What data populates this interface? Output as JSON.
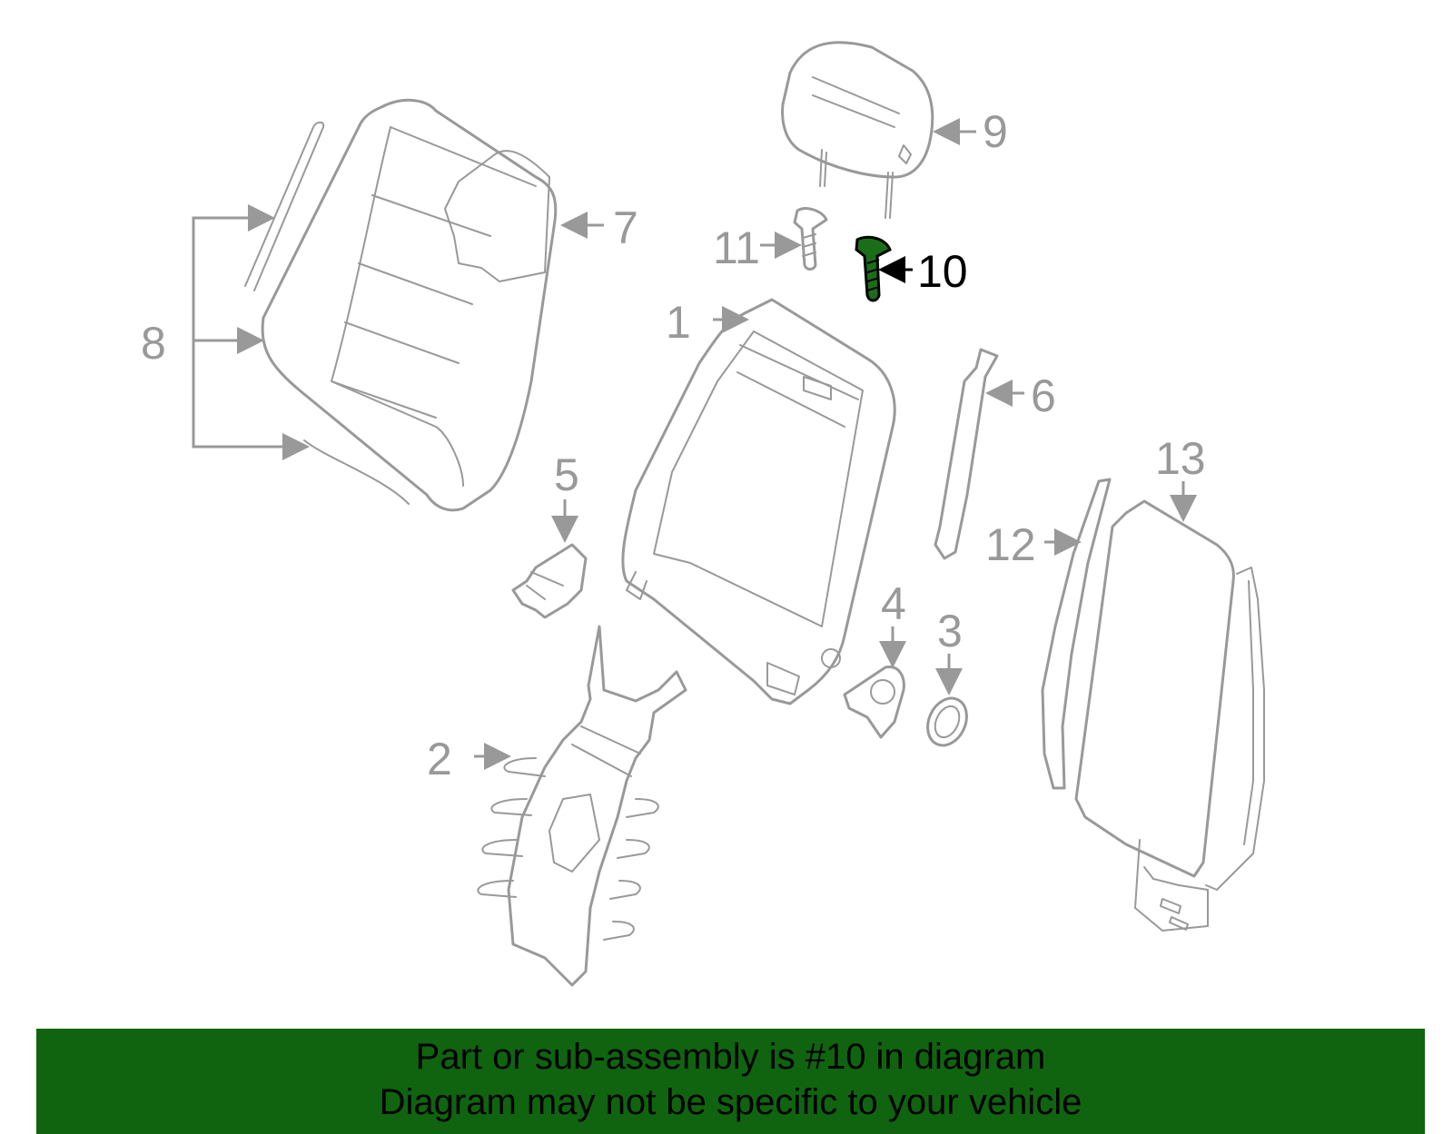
{
  "diagram": {
    "highlight_color": "#106410",
    "line_color": "#999999",
    "labels": {
      "p1": "1",
      "p2": "2",
      "p3": "3",
      "p4": "4",
      "p5": "5",
      "p6": "6",
      "p7": "7",
      "p8": "8",
      "p9": "9",
      "p10": "10",
      "p11": "11",
      "p12": "12",
      "p13": "13"
    },
    "highlighted_part": "10"
  },
  "banner": {
    "background": "#106410",
    "line1": "Part or sub-assembly is #10 in diagram",
    "line2": "Diagram may not be specific to your vehicle"
  }
}
